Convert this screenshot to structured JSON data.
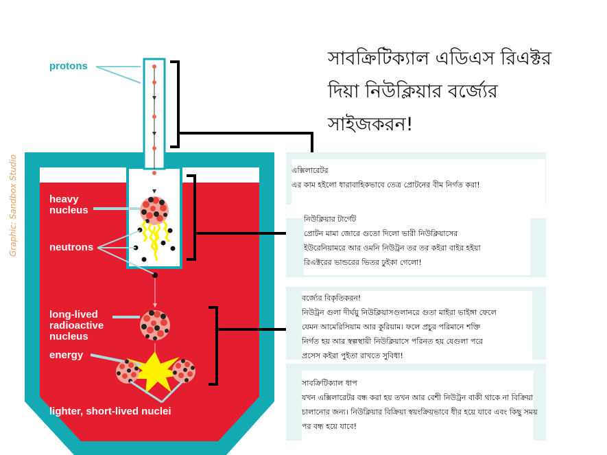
{
  "credit": "Graphic: Sandbox Studio",
  "title_lines": [
    "সাবক্রিটিক্যাল এডিএস রিএক্টর",
    "দিয়া নিউক্লিয়ার বর্জ্যের",
    "সাইজকরন!"
  ],
  "labels": {
    "protons": "protons",
    "heavy_nucleus": [
      "heavy",
      "nucleus"
    ],
    "neutrons": "neutrons",
    "long_lived": [
      "long-lived",
      "radioactive",
      "nucleus"
    ],
    "energy": "energy",
    "lighter": "lighter, short-lived nuclei"
  },
  "boxes": [
    {
      "title": "এক্সিলারেটর",
      "lines": [
        "এর কাম হইলো ধারাবাহিকভাবে তেত্র প্রোটনের বীম নির্গত করা!"
      ]
    },
    {
      "title": "নিউক্লিয়ার টার্গেট",
      "lines": [
        "প্রোটন মামা জোরে গুতো দিলো ভারী নিউক্লিয়াসের",
        "ইউরেনিয়ামরে আর ওমনি নিউট্রন তর তর কইরা বাইর হইয়া",
        "রিএক্টরের ভান্ডরের ভিতর ঢুইকা গেলো!"
      ]
    },
    {
      "title": "বর্জ্যের বিকৃতিকরন!",
      "lines": [
        "নিউট্রন গুলা দীর্ঘয়ু নিউক্লিয়াসগুলানরে গুতা মাইরা ভাইঙ্গা ফেলে",
        "যেমন আমেরিসিয়াম আর কুরিয়াম। ফলে প্রচুর পরিমানে শক্তি",
        "নির্গত হয় আর স্বল্পস্থায়ী নিউক্লিয়াসে পরিনত হয় যেগুলা পরে",
        "প্রসেস কইরা পুইতা রাখতে সুবিধা!"
      ]
    },
    {
      "title": "সাবক্রিটিক্যাল ধাপ",
      "lines": [
        "যখন এক্সিলারেটর বন্ধ করা হয় তখন আর বেশী নিউট্রন বাকী থাকে না বিক্রিয়া",
        "চালানোর জন্য। নিউক্লিয়ার বিক্রিয়া স্বয়ংক্রিয়ভাবে ধীর হয়ে যাবে এবং কিছু সময়",
        "পর বন্ধ হয়ে যাবে!"
      ]
    }
  ],
  "colors": {
    "teal": "#14aab4",
    "red": "#e41e2f",
    "panel": "#e6f4f4",
    "proton": "#f0654a",
    "spark": "#fff200"
  }
}
